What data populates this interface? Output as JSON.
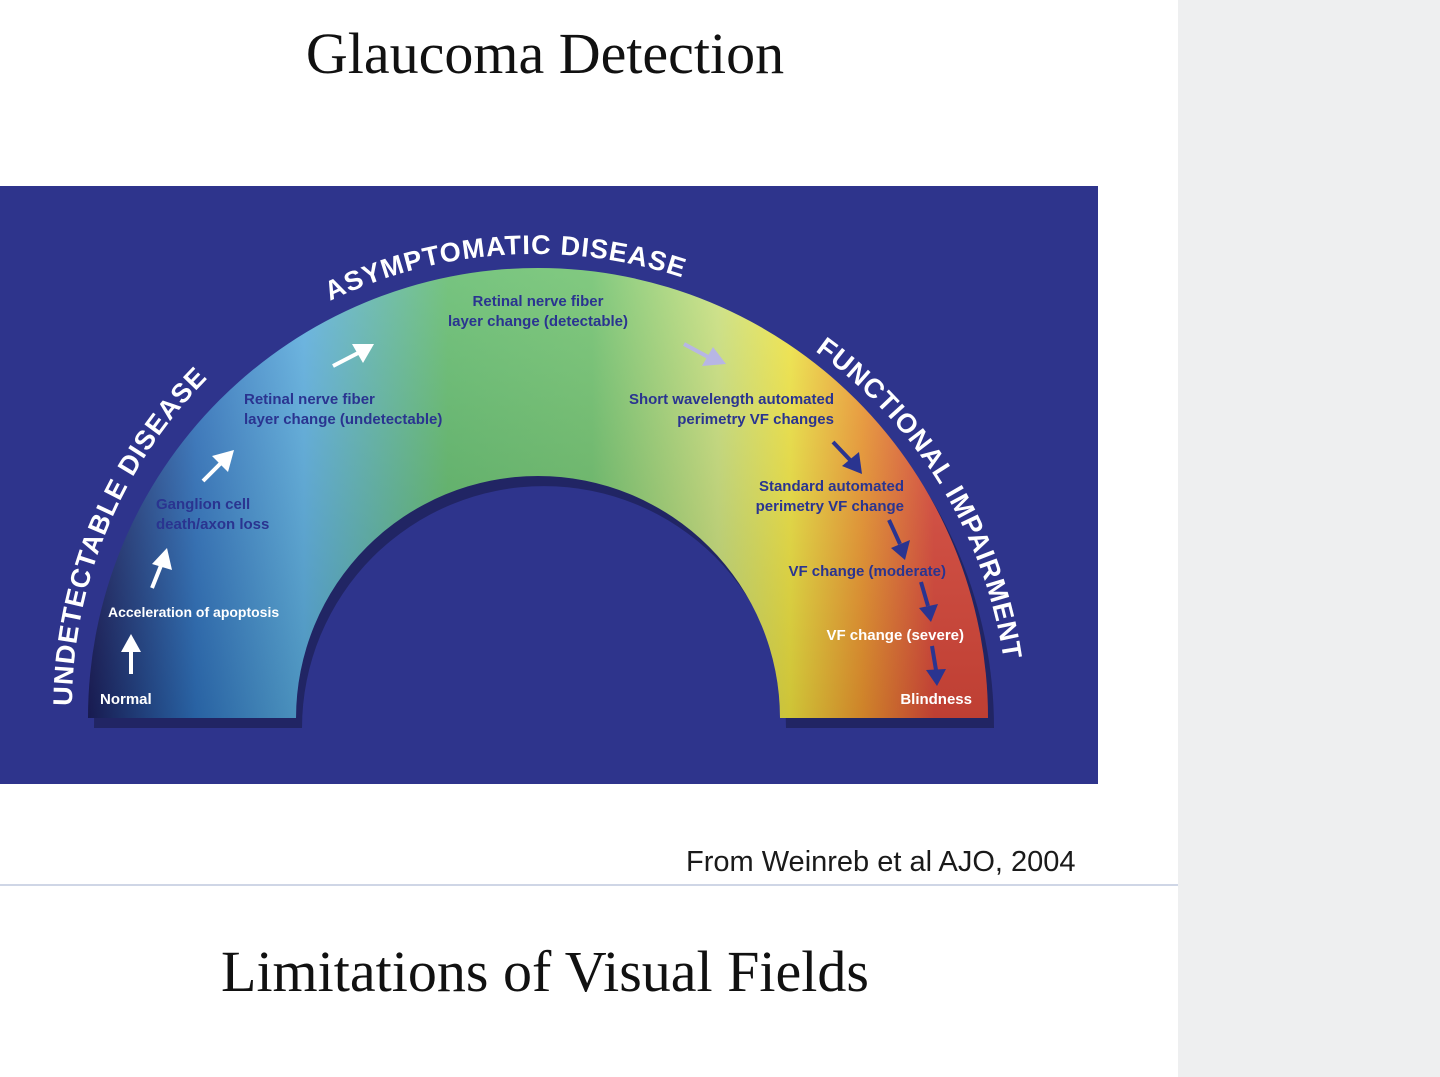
{
  "slide": {
    "title": "Glaucoma Detection",
    "citation": "From Weinreb et al AJO, 2004",
    "next_title": "Limitations of Visual Fields"
  },
  "diagram": {
    "arc_labels": {
      "left": "UNDETECTABLE DISEASE",
      "top": "ASYMPTOMATIC DISEASE",
      "right": "FUNCTIONAL IMPAIRMENT"
    },
    "stages": {
      "normal": "Normal",
      "apoptosis": "Acceleration of apoptosis",
      "ganglion_1": "Ganglion cell",
      "ganglion_2": "death/axon loss",
      "rnfl_undetect_1": "Retinal nerve fiber",
      "rnfl_undetect_2": "layer change (undetectable)",
      "rnfl_detect_1": "Retinal nerve fiber",
      "rnfl_detect_2": "layer change (detectable)",
      "swap_1": "Short wavelength automated",
      "swap_2": "perimetry VF changes",
      "sap_1": "Standard automated",
      "sap_2": "perimetry VF change",
      "vf_moderate": "VF change (moderate)",
      "vf_severe": "VF change (severe)",
      "blindness": "Blindness"
    },
    "colors": {
      "background": "#2e348c",
      "normal": "#1c1f5e",
      "undetectable": "#5aaee0",
      "asymptomatic": "#5fba6a",
      "transition": "#f2e640",
      "impairment": "#e04a3c",
      "stage_text": "#2a3490"
    }
  }
}
